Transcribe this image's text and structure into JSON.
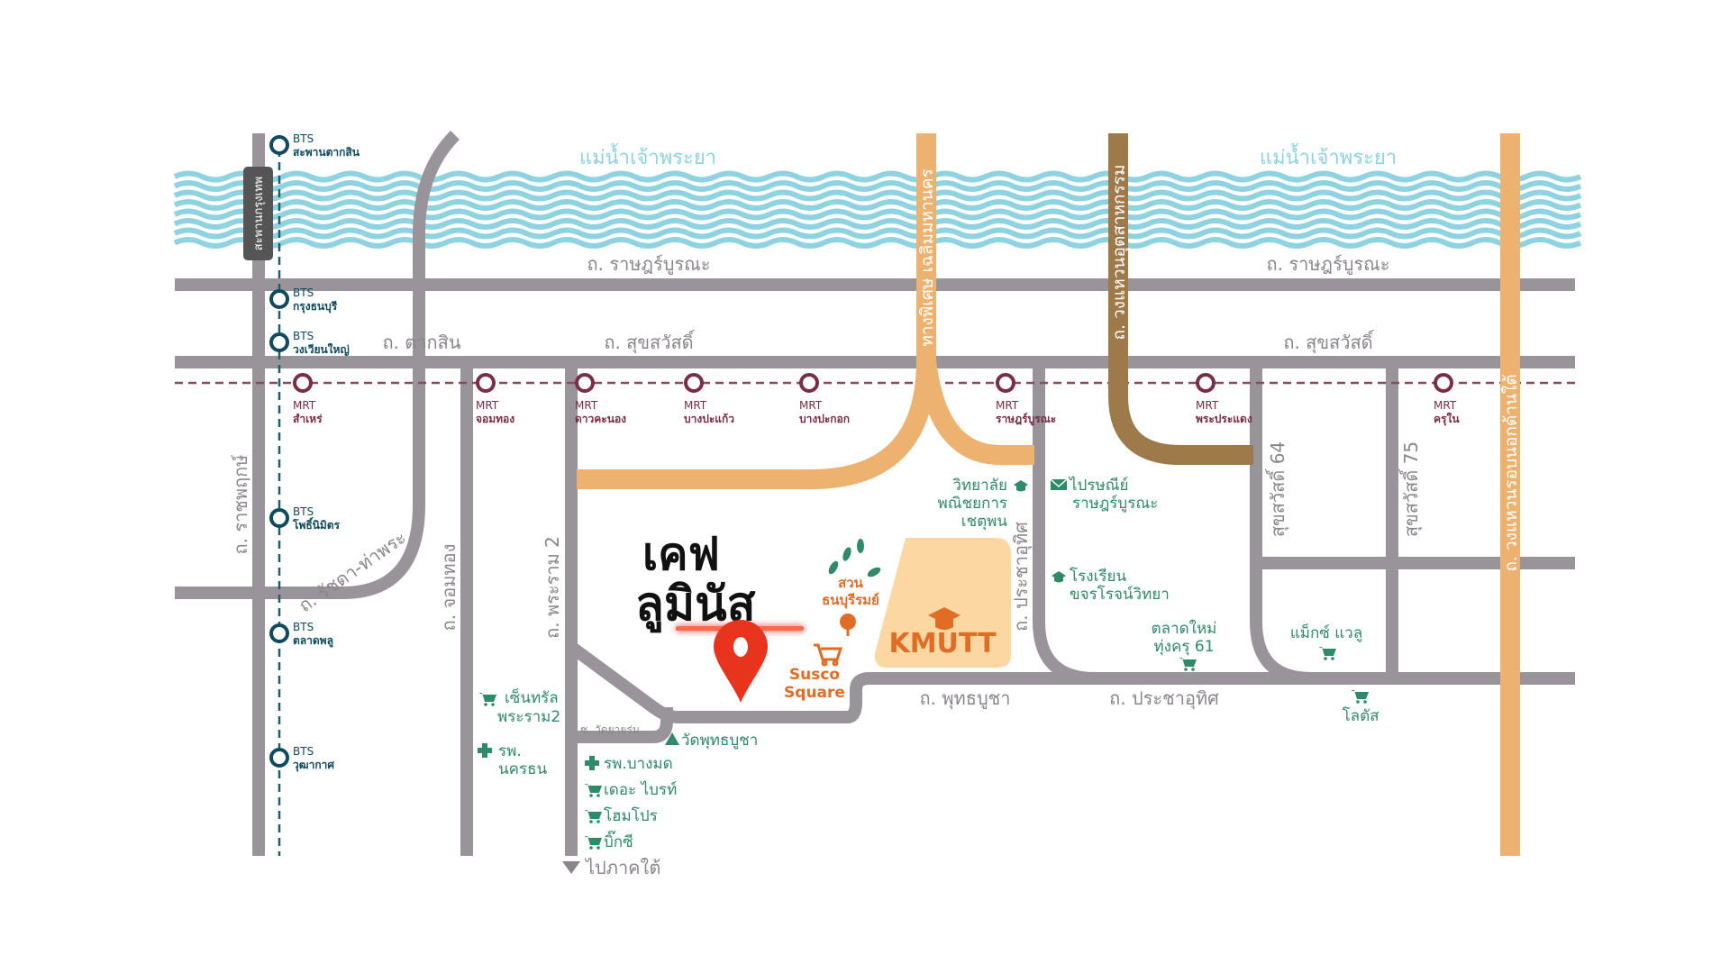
{
  "colors": {
    "road": "#99949a",
    "expressway": "#edb26f",
    "ring_road_brown": "#9e7a4b",
    "river": "#8fd3e0",
    "bts": "#0f4a5e",
    "mrt": "#7a2d43",
    "poi": "#2f8a68",
    "accent": "#e06d26",
    "kmutt_area": "#fdd7a2"
  },
  "brand": {
    "line1": "เคฟ",
    "line2": "ลูมินัส",
    "pin_icon": "map-pin-icon"
  },
  "river": {
    "label_left": "แม่น้ำเจ้าพระยา",
    "label_right": "แม่น้ำเจ้าพระยา"
  },
  "roads": {
    "ratburana_left": "ถ. ราษฎร์บูรณะ",
    "ratburana_right": "ถ. ราษฎร์บูรณะ",
    "taksin": "ถ. ตากสิน",
    "suksawat_left": "ถ. สุขสวัสดิ์",
    "suksawat_right": "ถ. สุขสวัสดิ์",
    "ratchaphruek": "ถ. ราชพฤกษ์",
    "ratchada_thapra": "ถ. รัชดา-ท่าพระ",
    "chomthong": "ถ. จอมทอง",
    "rama2": "ถ. พระราม 2",
    "prachauthit_v": "ถ. ประชาอุทิศ",
    "phutthabucha": "ถ. พุทธบูชา",
    "prachauthit_h": "ถ. ประชาอุทิศ",
    "suksawat64": "สุขสวัสดิ์ 64",
    "suksawat75": "สุขสวัสดิ์ 75",
    "soi_wat_yai_rom": "ซ. วัดยายร่ม",
    "expressway": "ทางพิเศษ เฉลิมมหานคร",
    "kanchanaphisek": "ถ. วงแหวนอุตสาหกรรม",
    "outer_ring": "ถ. วงแหวนรอบนอกด้านใต้",
    "bridge": "สะพานกรุงเทพ",
    "to_south": "ไปภาคใต้"
  },
  "bts_stations": [
    {
      "line": "BTS",
      "name": "สะพานตากสิน"
    },
    {
      "line": "BTS",
      "name": "กรุงธนบุรี"
    },
    {
      "line": "BTS",
      "name": "วงเวียนใหญ่"
    },
    {
      "line": "BTS",
      "name": "โพธิ์นิมิตร"
    },
    {
      "line": "BTS",
      "name": "ตลาดพลู"
    },
    {
      "line": "BTS",
      "name": "วุฒากาศ"
    }
  ],
  "mrt_stations": [
    {
      "line": "MRT",
      "name": "สำเหร่"
    },
    {
      "line": "MRT",
      "name": "จอมทอง"
    },
    {
      "line": "MRT",
      "name": "ดาวคะนอง"
    },
    {
      "line": "MRT",
      "name": "บางปะแก้ว"
    },
    {
      "line": "MRT",
      "name": "บางปะกอก"
    },
    {
      "line": "MRT",
      "name": "ราษฎร์บูรณะ"
    },
    {
      "line": "MRT",
      "name": "พระประแดง"
    },
    {
      "line": "MRT",
      "name": "ครุใน"
    }
  ],
  "landmarks": {
    "park": [
      "สวน",
      "ธนบุรีรมย์"
    ],
    "susco": [
      "Susco",
      "Square"
    ],
    "kmutt": "KMUTT",
    "college": [
      "วิทยาลัย",
      "พณิชยการ",
      "เชตุพน"
    ],
    "post": [
      "ไปรษณีย์",
      "ราษฎร์บูรณะ"
    ],
    "school": [
      "โรงเรียน",
      "ขจรโรจน์วิทยา"
    ],
    "market": [
      "ตลาดใหม่",
      "ทุ่งครุ 61"
    ],
    "maxvalu": "แม็กซ์ แวลู",
    "lotus": "โลตัส",
    "central": [
      "เซ็นทรัล",
      "พระราม2"
    ],
    "nakornthon": [
      "รพ.",
      "นครธน"
    ],
    "temple": "วัดพุทธบูชา",
    "list": [
      {
        "icon": "hospital-cross-icon",
        "label": "รพ.บางมด"
      },
      {
        "icon": "cart-icon",
        "label": "เดอะ ไบรท์"
      },
      {
        "icon": "cart-icon",
        "label": "โฮมโปร"
      },
      {
        "icon": "cart-icon",
        "label": "บิ๊กซี"
      }
    ]
  }
}
